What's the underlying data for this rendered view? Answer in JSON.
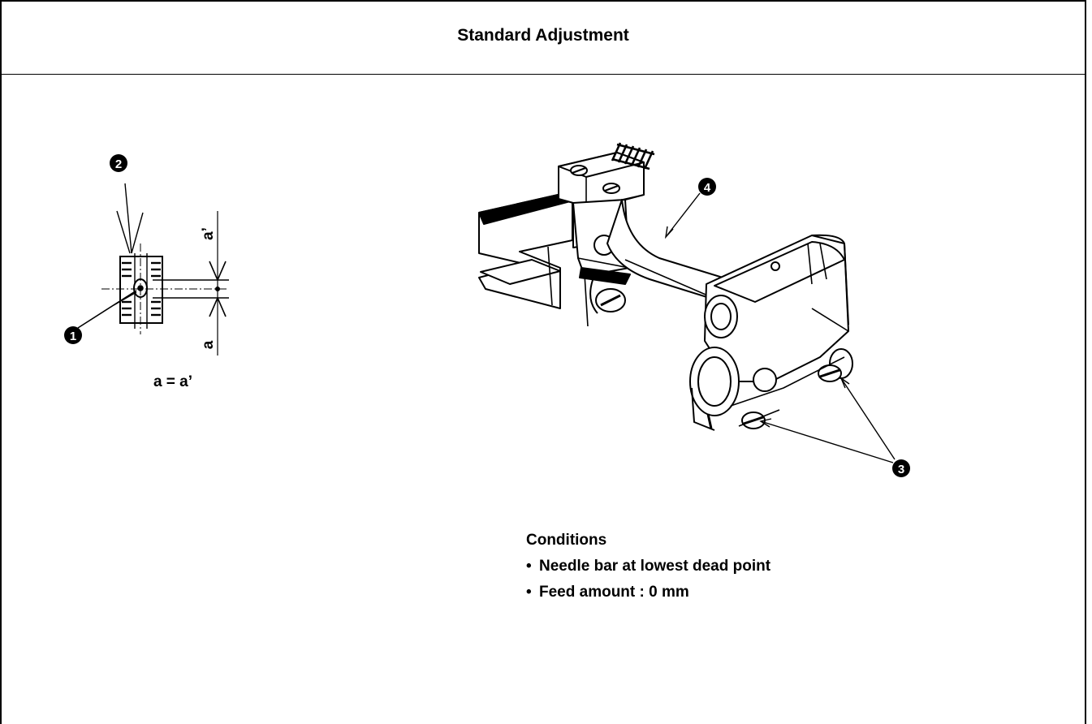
{
  "header": {
    "title": "Standard Adjustment"
  },
  "left_figure": {
    "callout_1": "1",
    "callout_2": "2",
    "label_a_top": "a’",
    "label_a_bottom": "a",
    "equation": "a = a’"
  },
  "right_figure": {
    "callout_3": "3",
    "callout_4": "4"
  },
  "conditions": {
    "heading": "Conditions",
    "items": [
      {
        "bullet": "•",
        "text": "Needle bar at lowest dead point"
      },
      {
        "bullet": "•",
        "text": "Feed amount : 0 mm"
      }
    ]
  }
}
